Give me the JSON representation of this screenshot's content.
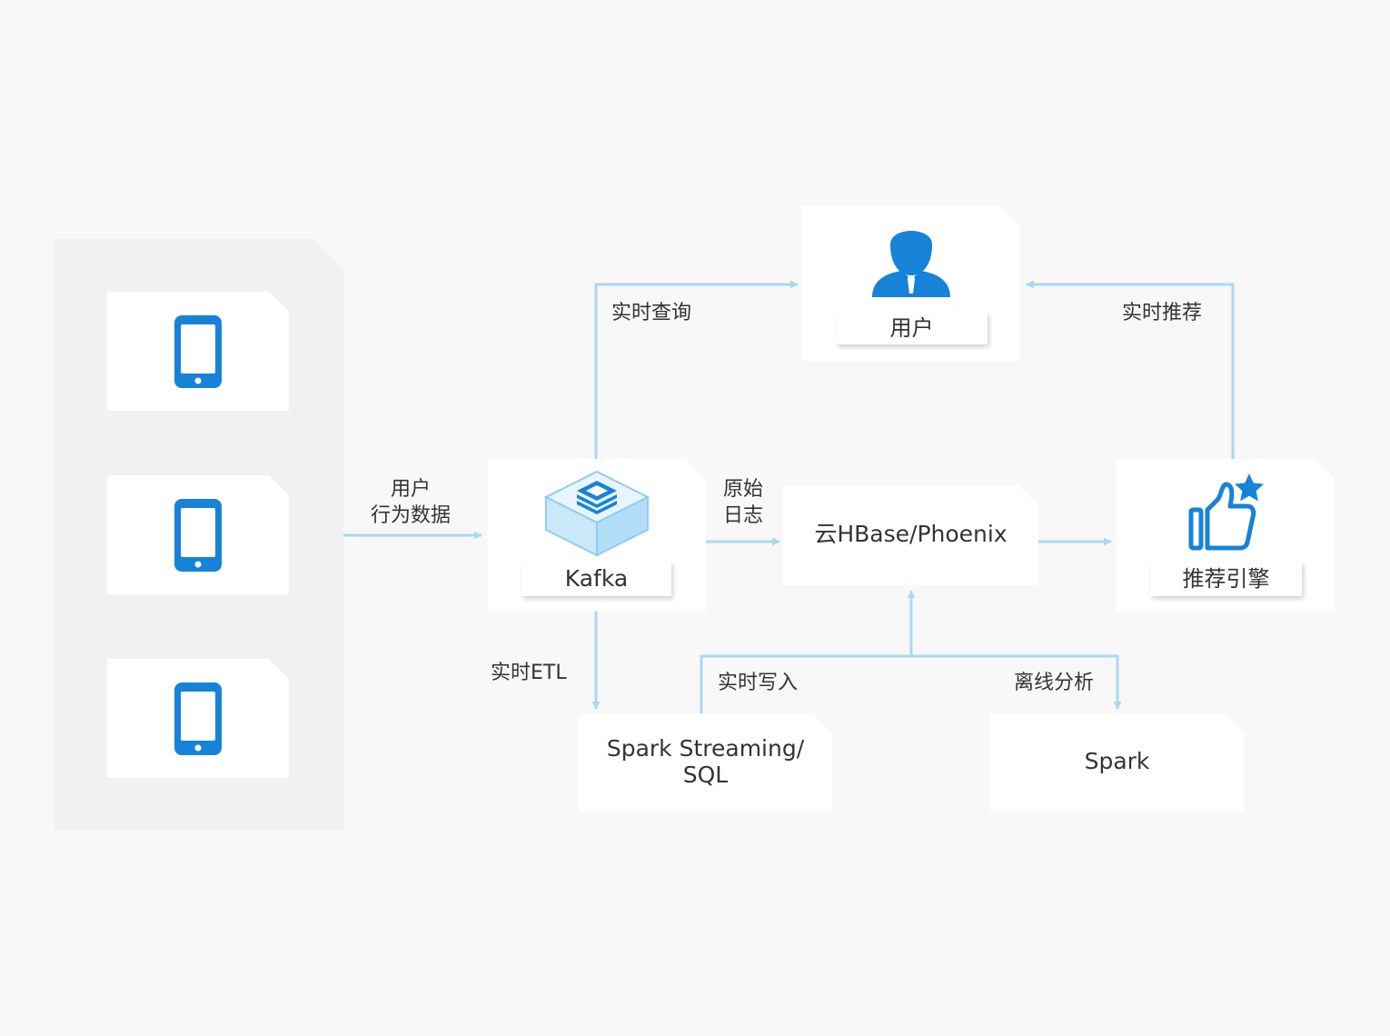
{
  "colors": {
    "accent": "#1683d8",
    "connector": "#aad8f5",
    "card": "#ffffff",
    "panel": "#f0f1f3",
    "background": "#f8f8f8"
  },
  "devices": [
    {
      "icon": "smartphone-icon"
    },
    {
      "icon": "smartphone-icon"
    },
    {
      "icon": "smartphone-icon"
    }
  ],
  "nodes": {
    "user": {
      "label": "用户",
      "icon": "user-icon"
    },
    "kafka": {
      "label": "Kafka",
      "icon": "kafka-icon"
    },
    "hbase": {
      "label": "云HBase/Phoenix"
    },
    "recommend": {
      "label": "推荐引擎",
      "icon": "thumbs-up-star-icon"
    },
    "streaming": {
      "label_line1": "Spark Streaming/",
      "label_line2": "SQL"
    },
    "spark": {
      "label": "Spark"
    }
  },
  "edges": {
    "behavior": {
      "line1": "用户",
      "line2": "行为数据"
    },
    "realtime_query": "实时查询",
    "raw_log": {
      "line1": "原始",
      "line2": "日志"
    },
    "realtime_recommend": "实时推荐",
    "realtime_etl": "实时ETL",
    "realtime_write": "实时写入",
    "offline_analysis": "离线分析"
  }
}
